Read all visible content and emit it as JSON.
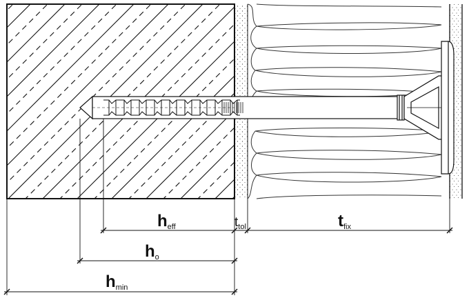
{
  "labels": {
    "h_eff": {
      "main": "h",
      "sub": "eff"
    },
    "t_tol": {
      "main": "t",
      "sub": "tol"
    },
    "t_fix": {
      "main": "t",
      "sub": "fix"
    },
    "h_o": {
      "main": "h",
      "sub": "o"
    },
    "h_min": {
      "main": "h",
      "sub": "min"
    }
  },
  "colors": {
    "line": "#111111",
    "background": "#ffffff"
  }
}
